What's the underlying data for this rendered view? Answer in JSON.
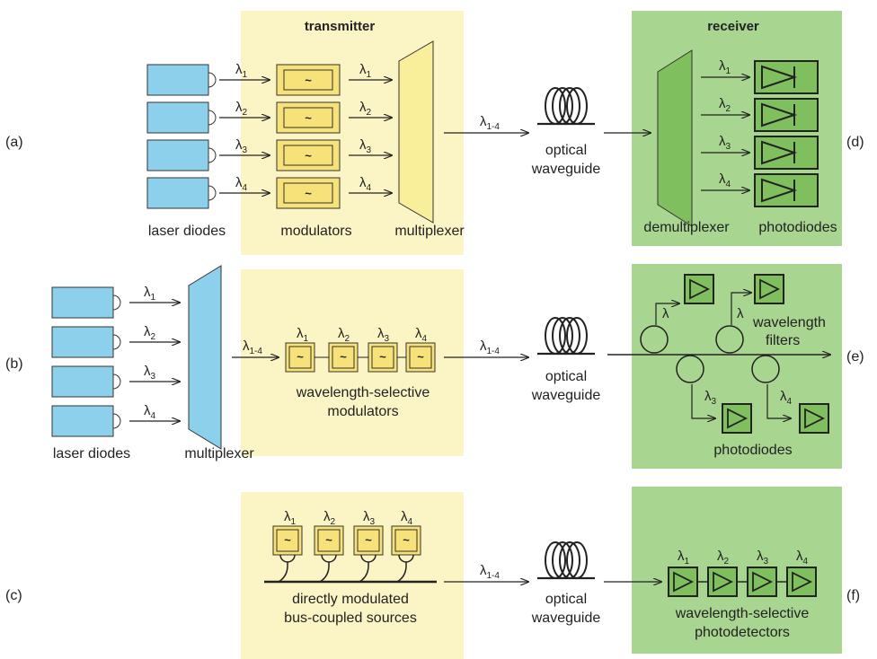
{
  "panel_labels": {
    "a": "(a)",
    "b": "(b)",
    "c": "(c)",
    "d": "(d)",
    "e": "(e)",
    "f": "(f)"
  },
  "headers": {
    "transmitter": "transmitter",
    "receiver": "receiver"
  },
  "labels": {
    "laser_diodes": "laser diodes",
    "modulators": "modulators",
    "multiplexer": "multiplexer",
    "optical": "optical",
    "waveguide": "waveguide",
    "demultiplexer": "demultiplexer",
    "photodiodes": "photodiodes",
    "wavelength_selective": "wavelength-selective",
    "modulators_b": "modulators",
    "wavelength": "wavelength",
    "filters": "filters",
    "directly_modulated": "directly modulated",
    "bus_coupled_sources": "bus-coupled sources",
    "photodetectors": "photodetectors"
  },
  "symbols": {
    "lambda": "λ",
    "tilde": "~"
  },
  "subscripts": [
    "1",
    "2",
    "3",
    "4"
  ],
  "subscript_all": "1-4",
  "colors": {
    "transmitter_bg": "#fbf4c4",
    "receiver_bg": "#a8d58f",
    "laser_fill": "#8cd0ec",
    "modulator_fill": "#f7e27a",
    "mux_fill": "#f9ee9a",
    "mux_blue": "#8cd0ec",
    "demux_fill": "#7fbf5d",
    "photodiode_fill": "#7fbf5d"
  }
}
